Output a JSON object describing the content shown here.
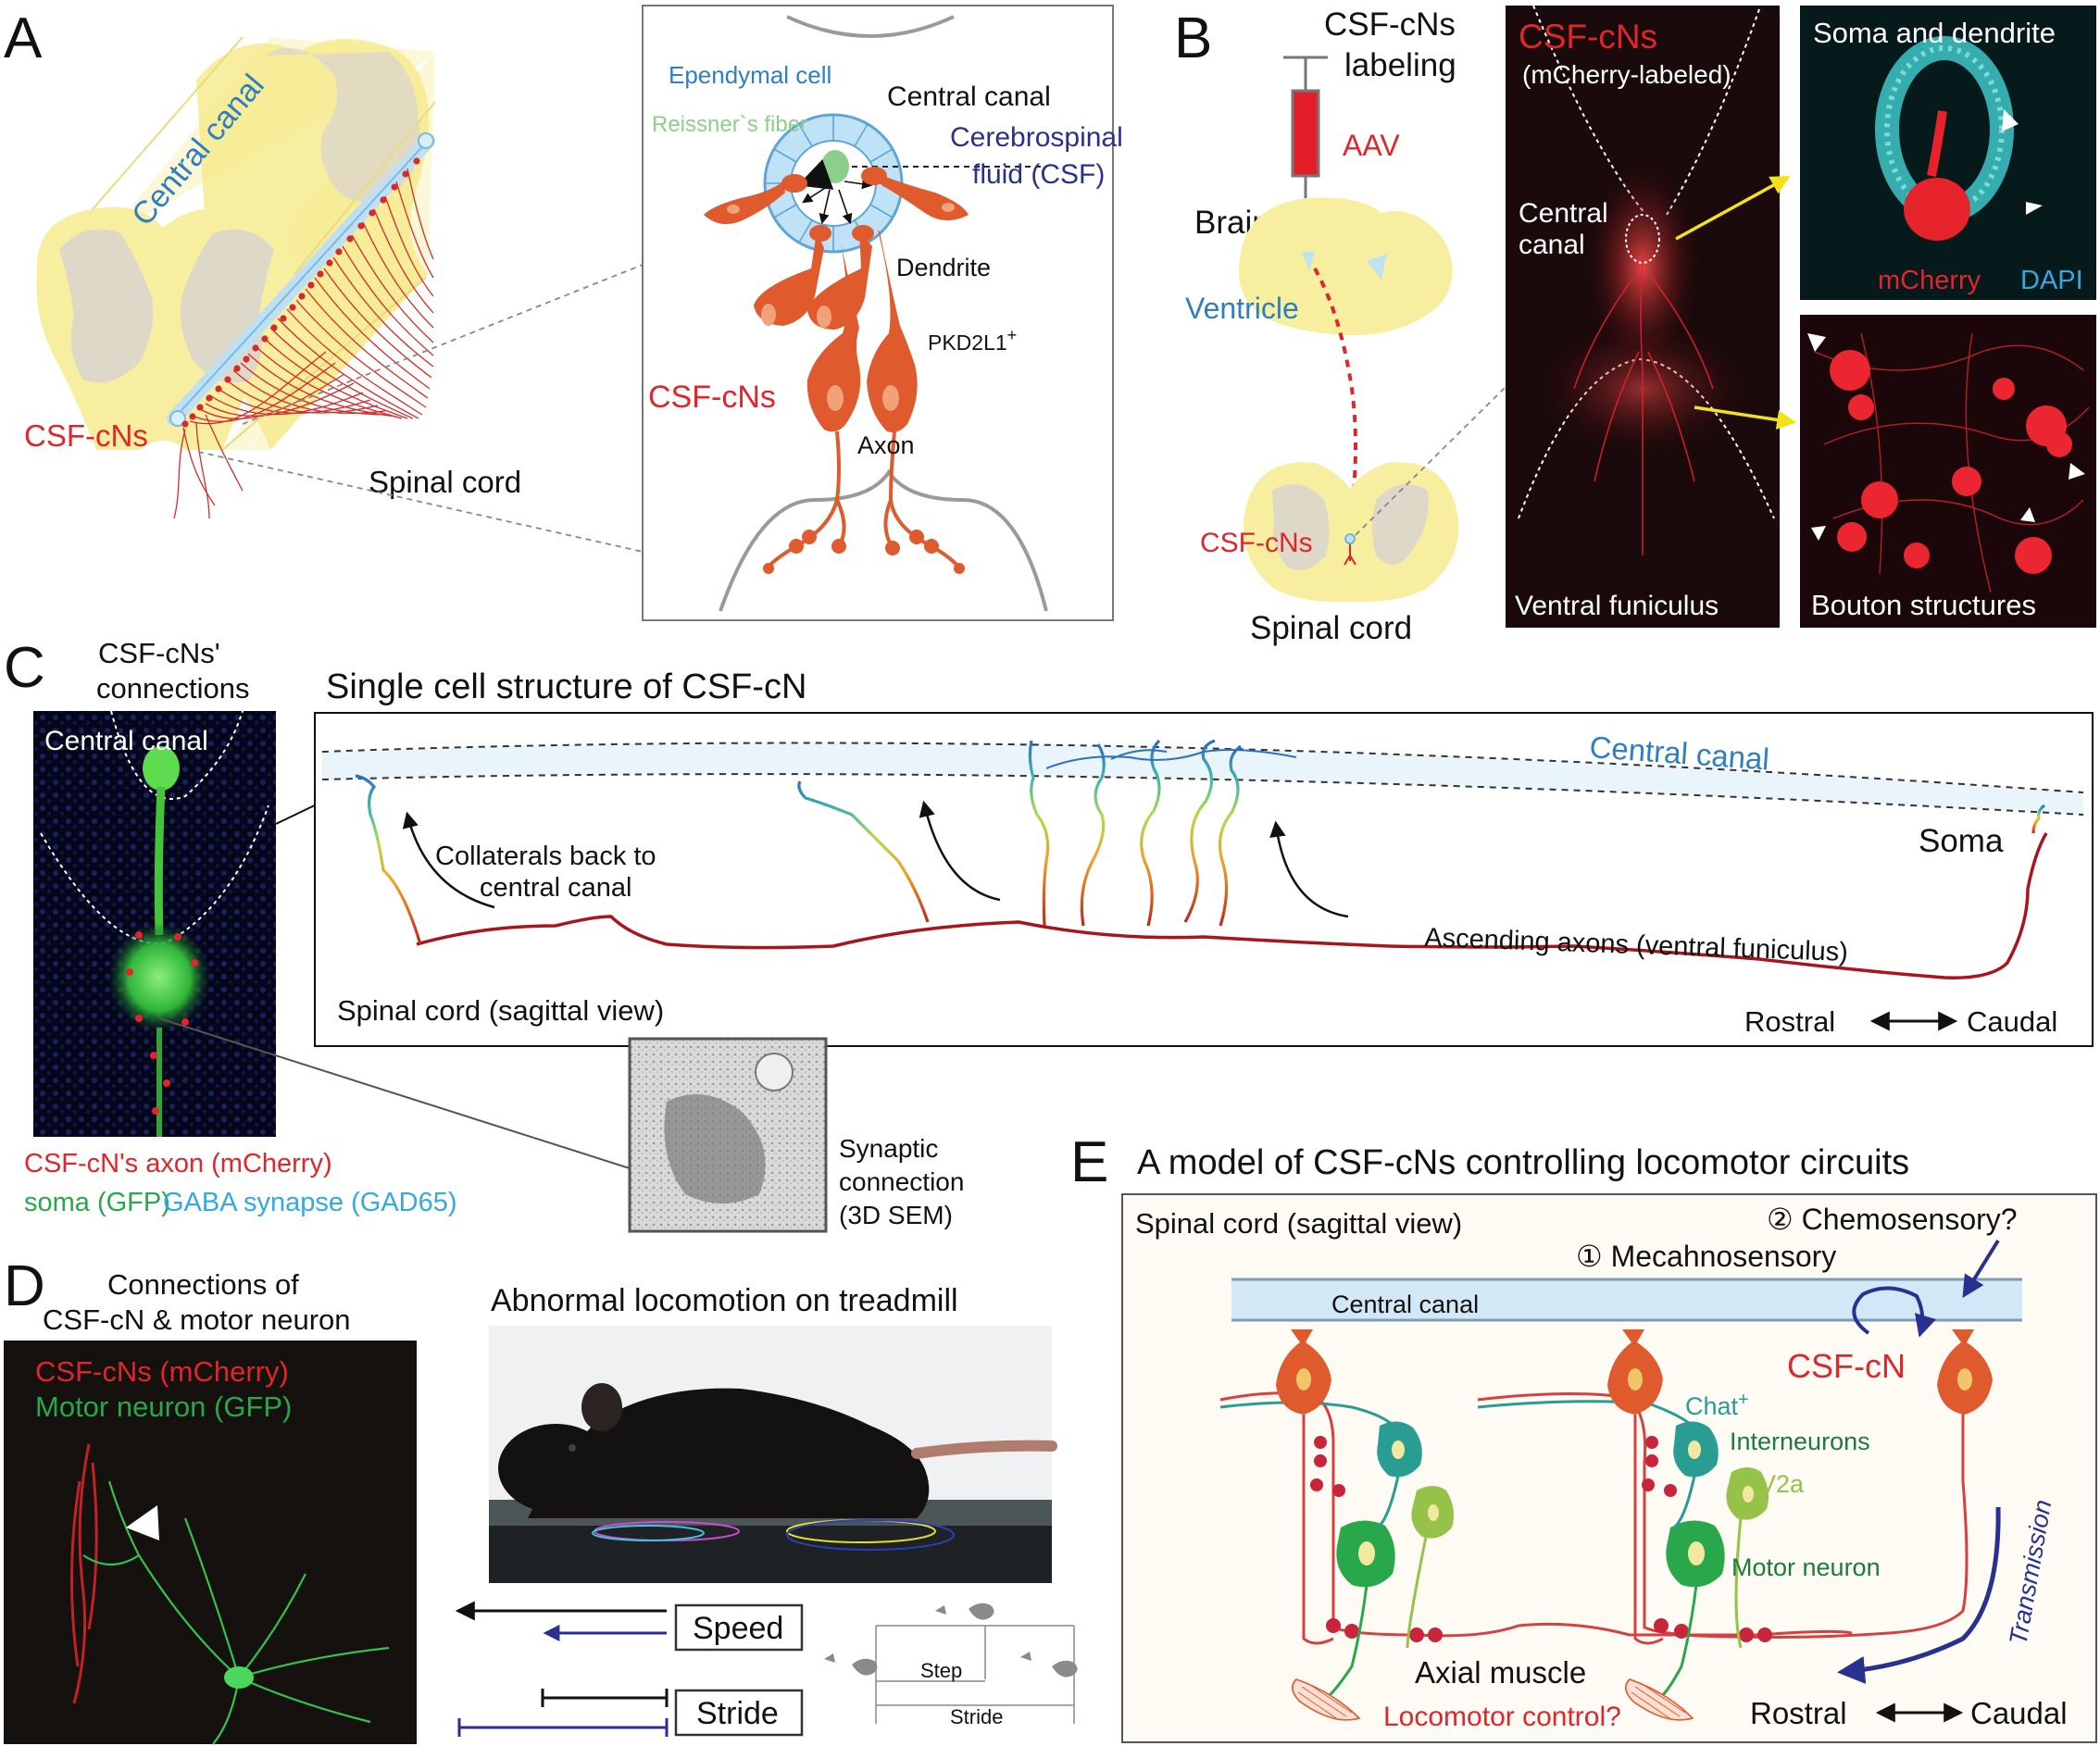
{
  "colors": {
    "csf_red": "#e0262a",
    "dark_red": "#a8161c",
    "canal_blue": "#2f7fc0",
    "dark_blue": "#28318f",
    "green": "#28a84a",
    "spinal_yellow": "#f8ee9f",
    "gray_matter": "#ded8c8",
    "cell_orange": "#df5a2c",
    "teal": "#2a9d92",
    "lime": "#96c24a",
    "cyan": "#33c4cf"
  },
  "panel_a": {
    "letter": "A",
    "central_canal": "Central canal",
    "csf_cns": "CSF-cNs",
    "spinal_cord": "Spinal cord",
    "inset": {
      "ependymal_cell": "Ependymal cell",
      "central_canal": "Central canal",
      "reissner_fiber": "Reissner`s fiber",
      "csf_line1": "Cerebrospinal",
      "csf_line2": "fluid (CSF)",
      "dendrite": "Dendrite",
      "pkd2l1": "PKD2L1",
      "pkd2l1_sup": "+",
      "csf_cns": "CSF-cNs",
      "axon": "Axon"
    }
  },
  "panel_b": {
    "letter": "B",
    "labeling_line1": "CSF-cNs",
    "labeling_line2": "labeling",
    "aav": "AAV",
    "brain": "Brain",
    "ventricle": "Ventricle",
    "csf_cns": "CSF-cNs",
    "spinal_cord": "Spinal cord",
    "micro_title": "CSF-cNs",
    "micro_subtitle": "(mCherry-labeled)",
    "micro_canal_line1": "Central",
    "micro_canal_line2": "canal",
    "micro_bottom": "Ventral funiculus",
    "soma_title": "Soma and dendrite",
    "mcherry": "mCherry",
    "dapi": "DAPI",
    "bouton": "Bouton structures"
  },
  "panel_c": {
    "letter": "C",
    "connections_line1": "CSF-cNs'",
    "connections_line2": "connections",
    "central_canal_img": "Central canal",
    "legend_axon": "CSF-cN's axon (mCherry)",
    "legend_soma": "soma (GFP)",
    "legend_gaba": "GABA synapse (GAD65)",
    "title": "Single cell structure of CSF-cN",
    "central_canal": "Central canal",
    "collaterals_line1": "Collaterals back to",
    "collaterals_line2": "central canal",
    "soma": "Soma",
    "ascending": "Ascending axons (ventral funiculus)",
    "sagittal": "Spinal cord (sagittal view)",
    "rostral": "Rostral",
    "caudal": "Caudal",
    "sem_line1": "Synaptic",
    "sem_line2": "connection",
    "sem_line3": "(3D SEM)"
  },
  "panel_d": {
    "letter": "D",
    "title_line1": "Connections of",
    "title_line2": "CSF-cN & motor neuron",
    "img_line1": "CSF-cNs (mCherry)",
    "img_line2": "Motor neuron (GFP)",
    "treadmill_title": "Abnormal locomotion on treadmill",
    "speed": "Speed",
    "stride": "Stride",
    "step": "Step",
    "stride_small": "Stride"
  },
  "panel_e": {
    "letter": "E",
    "title": "A model of CSF-cNs controlling locomotor circuits",
    "sagittal": "Spinal cord (sagittal view)",
    "chemo": "② Chemosensory?",
    "mechano": "① Mecahnosensory",
    "central_canal": "Central canal",
    "csf_cn": "CSF-cN",
    "chat": "Chat",
    "chat_sup": "+",
    "interneurons": "Interneurons",
    "v2a": "V2a",
    "motor_neuron": "Motor neuron",
    "transmission": "Transmission",
    "axial_muscle": "Axial muscle",
    "locomotor": "Locomotor control?",
    "rostral": "Rostral",
    "caudal": "Caudal"
  }
}
